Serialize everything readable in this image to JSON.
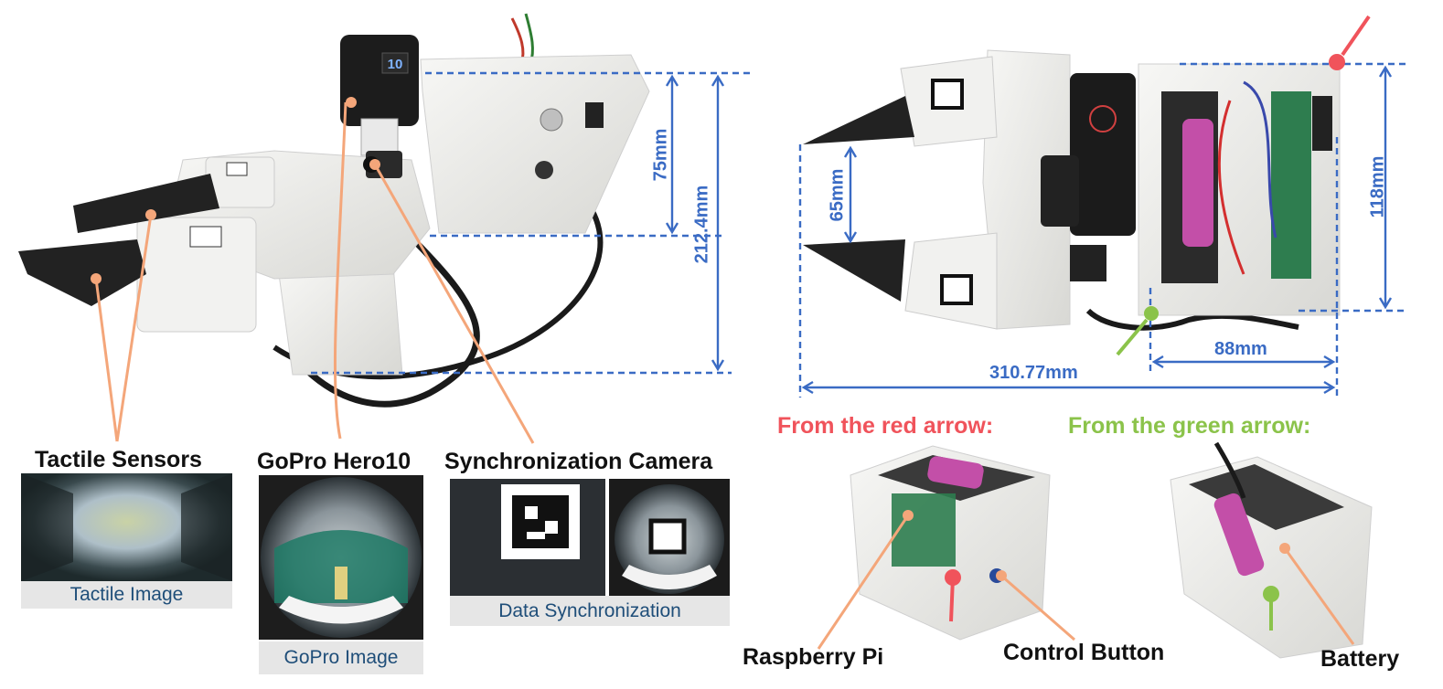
{
  "labels": {
    "tactile_sensors": "Tactile Sensors",
    "gopro_hero10": "GoPro Hero10",
    "sync_camera": "Synchronization Camera",
    "tactile_image": "Tactile Image",
    "gopro_image": "GoPro Image",
    "data_sync": "Data Synchronization",
    "from_red": "From the red arrow:",
    "from_green": "From the green arrow:",
    "raspberry_pi": "Raspberry Pi",
    "control_button": "Control Button",
    "battery": "Battery"
  },
  "dimensions": {
    "height_75": "75mm",
    "height_212": "212.4mm",
    "gap_65": "65mm",
    "height_118": "118mm",
    "width_88": "88mm",
    "width_310": "310.77mm"
  },
  "gopro_badge": "10",
  "colors": {
    "dimension_line": "#3a6bc4",
    "callout_line": "#f4a67a",
    "red_arrow": "#f0535b",
    "green_arrow": "#8bc34a",
    "caption_text": "#1f4e79",
    "caption_band": "#e6e6e6",
    "printed_part": "#ececec",
    "finger": "#222222"
  }
}
